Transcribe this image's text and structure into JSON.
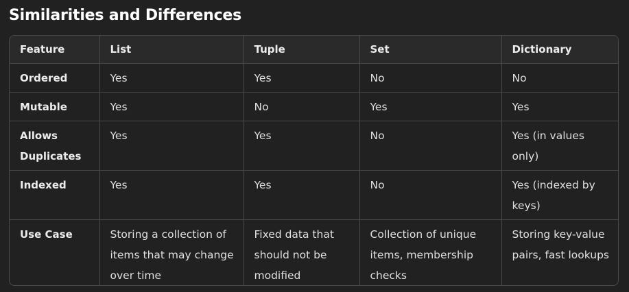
{
  "heading": "Similarities and Differences",
  "table": {
    "headers": [
      "Feature",
      "List",
      "Tuple",
      "Set",
      "Dictionary"
    ],
    "rows": [
      [
        "Ordered",
        "Yes",
        "Yes",
        "No",
        "No"
      ],
      [
        "Mutable",
        "Yes",
        "No",
        "Yes",
        "Yes"
      ],
      [
        "Allows Duplicates",
        "Yes",
        "Yes",
        "No",
        "Yes (in values only)"
      ],
      [
        "Indexed",
        "Yes",
        "Yes",
        "No",
        "Yes (indexed by keys)"
      ],
      [
        "Use Case",
        "Storing a collection of items that may change over time",
        "Fixed data that should not be modified",
        "Collection of unique items, membership checks",
        "Storing key-value pairs, fast lookups"
      ]
    ]
  }
}
